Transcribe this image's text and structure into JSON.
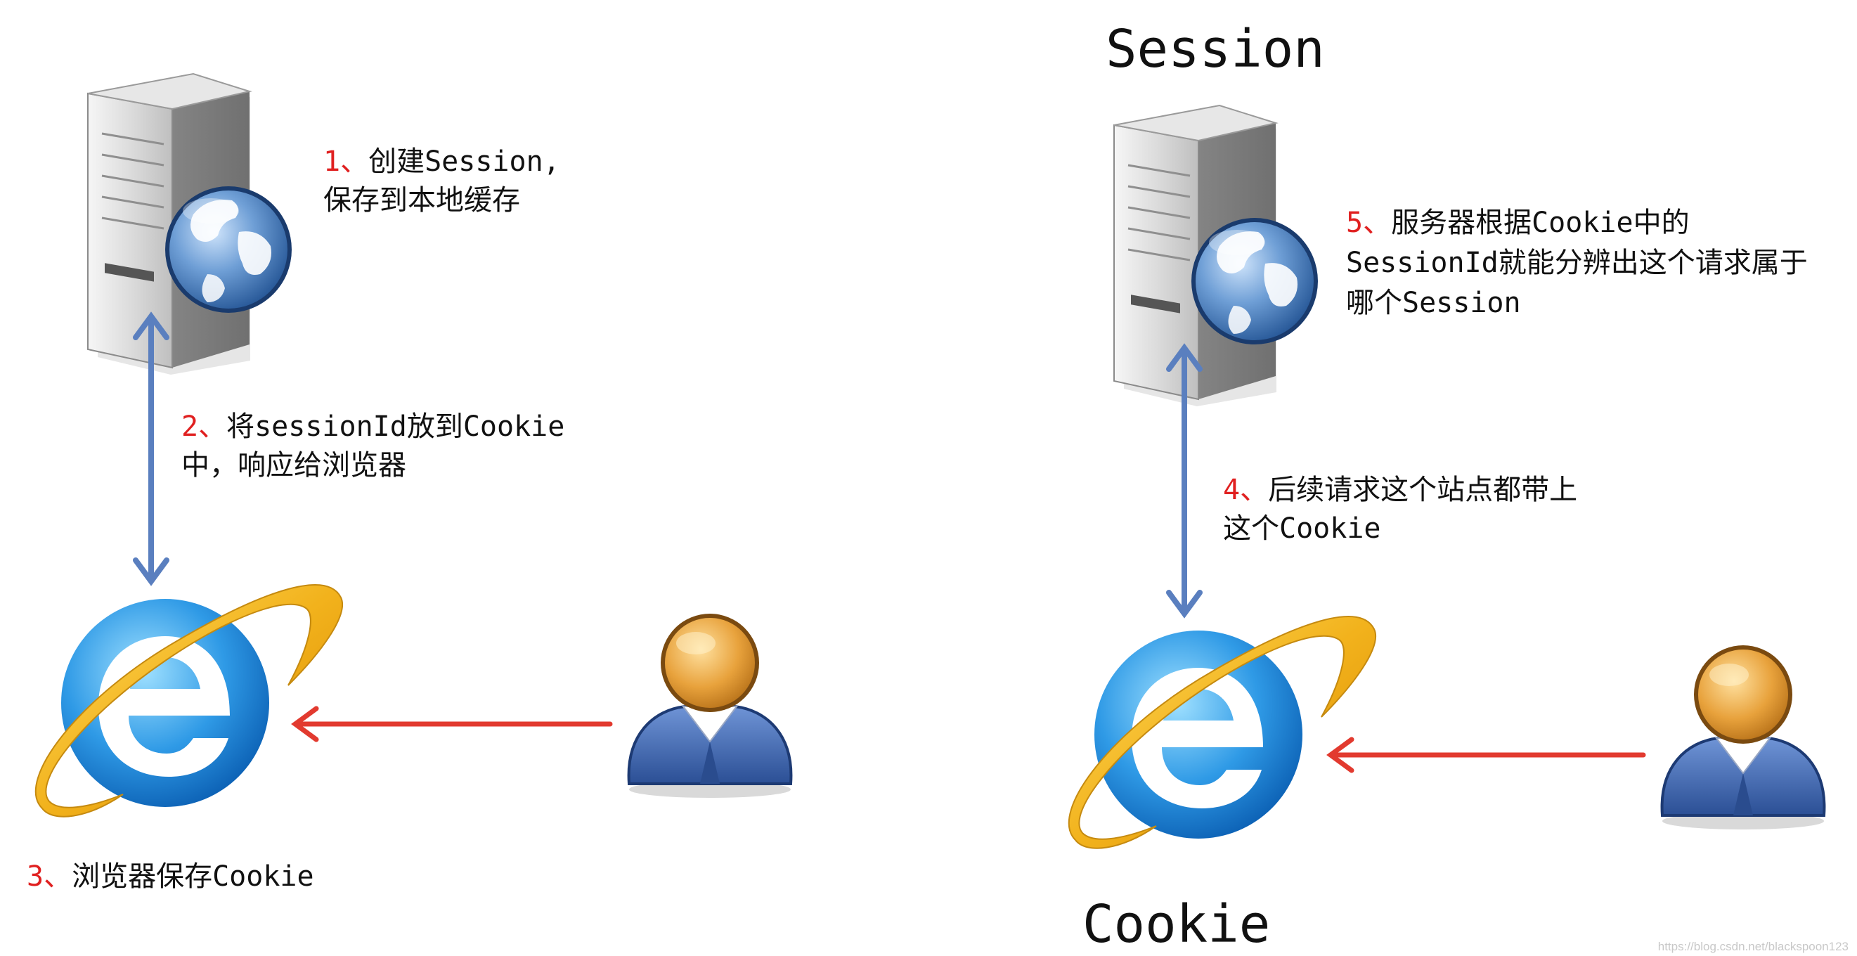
{
  "titles": {
    "session": "Session",
    "cookie": "Cookie"
  },
  "steps": [
    {
      "num": "1、",
      "line1": "创建Session,",
      "line2": "保存到本地缓存"
    },
    {
      "num": "2、",
      "line1": "将sessionId放到Cookie",
      "line2": "中，响应给浏览器"
    },
    {
      "num": "3、",
      "line1": "浏览器保存Cookie"
    },
    {
      "num": "4、",
      "line1": "后续请求这个站点都带上",
      "line2": "这个Cookie"
    },
    {
      "num": "5、",
      "line1": "服务器根据Cookie中的",
      "line2": "SessionId就能分辨出这个请求属于",
      "line3": "哪个Session"
    }
  ],
  "watermark": "https://blog.csdn.net/blackspoon123",
  "colors": {
    "step_number": "#e02020",
    "arrow_blue": "#5a7fbf",
    "arrow_red": "#e23a2f",
    "text": "#111111"
  },
  "icons": {
    "server": "server-globe-icon",
    "browser": "internet-explorer-icon",
    "user": "user-avatar-icon"
  }
}
